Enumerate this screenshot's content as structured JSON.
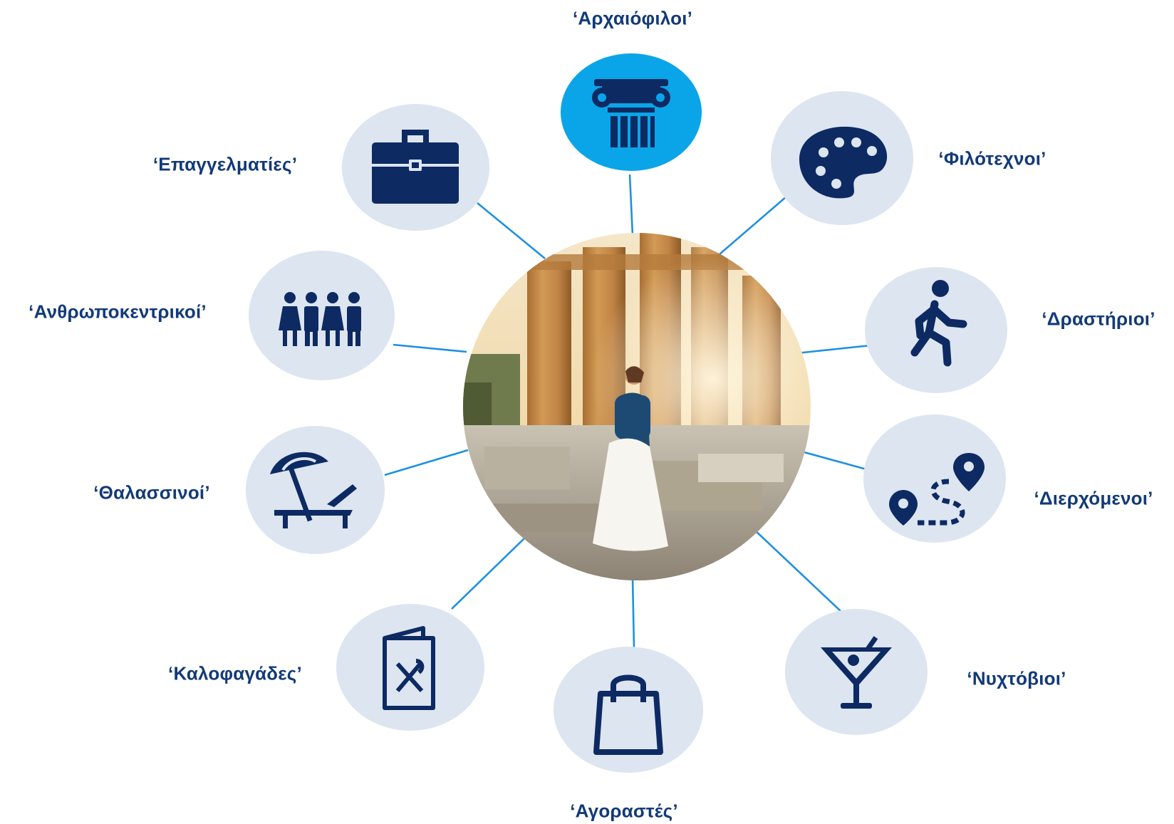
{
  "center": {
    "image_name": "woman-at-parthenon-photo"
  },
  "colors": {
    "node_fill": "#dde5f1",
    "node_active_fill": "#0aa5e8",
    "icon": "#0d2a63",
    "connector": "#1e90e0",
    "label": "#123a78"
  },
  "segments": [
    {
      "id": "archaiofiloi",
      "label": "‘Αρχαιόφιλοι’",
      "icon": "ionic-column-icon",
      "active": true
    },
    {
      "id": "filotexnoi",
      "label": "‘Φιλότεχνοι’",
      "icon": "paint-palette-icon",
      "active": false
    },
    {
      "id": "drastirioi",
      "label": "‘Δραστήριοι’",
      "icon": "walking-person-icon",
      "active": false
    },
    {
      "id": "dierxomenoi",
      "label": "‘Διερχόμενοι’",
      "icon": "route-pins-icon",
      "active": false
    },
    {
      "id": "nyxtovioi",
      "label": "‘Νυχτόβιοι’",
      "icon": "cocktail-glass-icon",
      "active": false
    },
    {
      "id": "agorastes",
      "label": "‘Αγοραστές’",
      "icon": "shopping-bag-icon",
      "active": false
    },
    {
      "id": "kalofagades",
      "label": "‘Καλοφαγάδες’",
      "icon": "restaurant-menu-icon",
      "active": false
    },
    {
      "id": "thalassinoi",
      "label": "‘Θαλασσινοί’",
      "icon": "beach-umbrella-lounger-icon",
      "active": false
    },
    {
      "id": "anthropokentrikoi",
      "label": "‘Ανθρωποκεντρικοί’",
      "icon": "people-group-icon",
      "active": false
    },
    {
      "id": "epaggelmaties",
      "label": "‘Επαγγελματίες’",
      "icon": "briefcase-icon",
      "active": false
    }
  ]
}
